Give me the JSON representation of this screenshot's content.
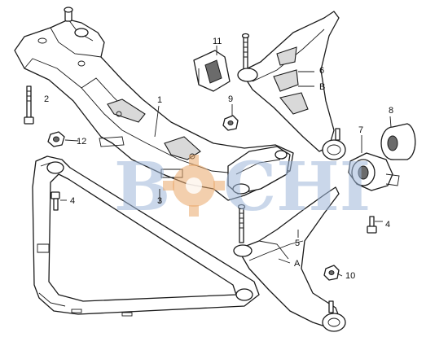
{
  "callouts": {
    "c1": "1",
    "c2": "2",
    "c3": "3",
    "c4a": "4",
    "c4b": "4",
    "c5": "5",
    "c6": "6",
    "c7": "7",
    "c8": "8",
    "c9": "9",
    "c10": "10",
    "c11": "11",
    "c12": "12",
    "cA": "A",
    "cB": "B"
  },
  "watermark": {
    "left": "B",
    "right": "CHI"
  },
  "colors": {
    "line": "#1a1a1a",
    "watermark_text": "#9fb8da",
    "watermark_gear": "#e9a86a"
  }
}
